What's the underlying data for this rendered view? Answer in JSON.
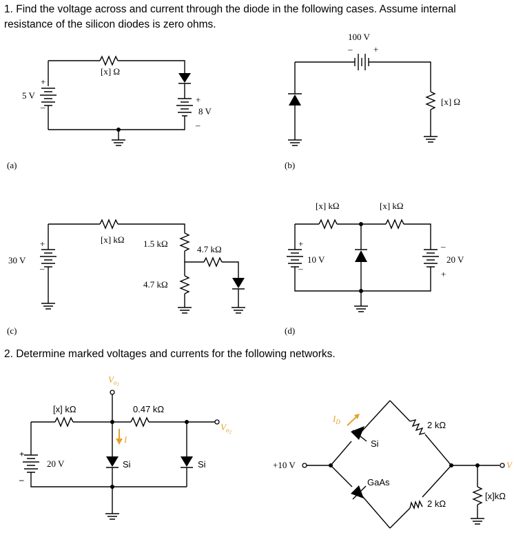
{
  "question1": {
    "line1": "1. Find the voltage across and current through the diode in the following cases. Assume internal",
    "line2": "resistance of the silicon diodes is zero ohms."
  },
  "question2": {
    "text": "2. Determine marked voltages and currents for the following networks."
  },
  "circuit_a": {
    "caption": "(a)",
    "source_label": "5 V",
    "resistor_label": "[x] Ω",
    "battery_label": "8 V",
    "plus": "+",
    "minus": "–"
  },
  "circuit_b": {
    "caption": "(b)",
    "source_label": "100 V",
    "resistor_label": "[x] Ω",
    "plus": "+",
    "minus": "–"
  },
  "circuit_c": {
    "caption": "(c)",
    "source_label": "30 V",
    "r1_label": "[x] kΩ",
    "r2_label": "1.5 kΩ",
    "r3_label": "4.7 kΩ",
    "r4_label": "4.7 kΩ",
    "plus": "+",
    "minus": "–"
  },
  "circuit_d": {
    "caption": "(d)",
    "left_source_label": "10 V",
    "right_source_label": "20 V",
    "r1_label": "[x] kΩ",
    "r2_label": "[x] kΩ",
    "plus": "+",
    "minus": "–"
  },
  "circuit_e": {
    "resistor1_label": "[x] kΩ",
    "resistor2_label": "0.47 kΩ",
    "source_label": "20 V",
    "diode1_label": "Si",
    "diode2_label": "Si",
    "current_label": "I",
    "vo1_label": "V",
    "vo1_sub": "o",
    "vo1_subsub": "1",
    "vo2_label": "V",
    "vo2_sub": "o",
    "vo2_subsub": "2",
    "plus": "+",
    "minus": "–"
  },
  "circuit_f": {
    "input_label": "+10 V",
    "diode1_label": "Si",
    "diode2_label": "GaAs",
    "r1_label": "2 kΩ",
    "r2_label": "2 kΩ",
    "r3_label": "[x]kΩ",
    "current_label": "I",
    "current_sub": "D",
    "output_label": "V"
  },
  "colors": {
    "annotation": "#e8a02a",
    "wire": "#000000"
  }
}
